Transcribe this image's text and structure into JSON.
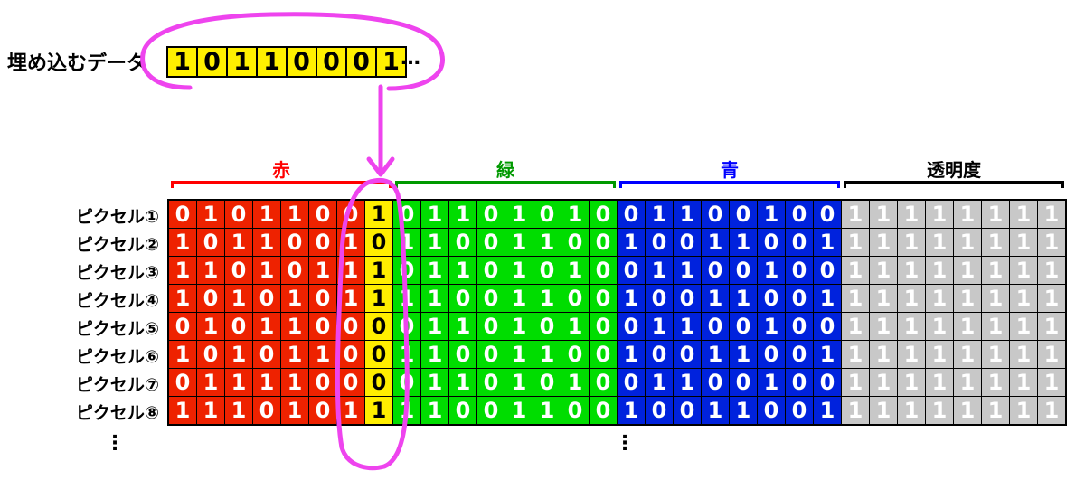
{
  "embed": {
    "label": "埋め込むデータ",
    "bits": [
      "1",
      "0",
      "1",
      "1",
      "0",
      "0",
      "0",
      "1"
    ],
    "ellipsis": "…"
  },
  "channels": [
    {
      "name": "赤",
      "color": "#ff0000",
      "cell_color": "#ee2200"
    },
    {
      "name": "緑",
      "color": "#009900",
      "cell_color": "#00dd00"
    },
    {
      "name": "青",
      "color": "#0000ff",
      "cell_color": "#0022dd"
    },
    {
      "name": "透明度",
      "color": "#000000",
      "cell_color": "#c8c8c8"
    }
  ],
  "highlight_color": "#ffee00",
  "annotation_color": "#ee44ee",
  "rows": [
    {
      "label": "ピクセル①",
      "bits": [
        "0",
        "1",
        "0",
        "1",
        "1",
        "0",
        "0",
        "1",
        "0",
        "1",
        "1",
        "0",
        "1",
        "0",
        "1",
        "0",
        "0",
        "1",
        "1",
        "0",
        "0",
        "1",
        "0",
        "0",
        "1",
        "1",
        "1",
        "1",
        "1",
        "1",
        "1",
        "1"
      ]
    },
    {
      "label": "ピクセル②",
      "bits": [
        "1",
        "0",
        "1",
        "1",
        "0",
        "0",
        "1",
        "0",
        "1",
        "1",
        "0",
        "0",
        "1",
        "1",
        "0",
        "0",
        "1",
        "0",
        "0",
        "1",
        "1",
        "0",
        "0",
        "1",
        "1",
        "1",
        "1",
        "1",
        "1",
        "1",
        "1",
        "1"
      ]
    },
    {
      "label": "ピクセル③",
      "bits": [
        "1",
        "1",
        "0",
        "1",
        "0",
        "1",
        "1",
        "1",
        "0",
        "1",
        "1",
        "0",
        "1",
        "0",
        "1",
        "0",
        "0",
        "1",
        "1",
        "0",
        "0",
        "1",
        "0",
        "0",
        "1",
        "1",
        "1",
        "1",
        "1",
        "1",
        "1",
        "1"
      ]
    },
    {
      "label": "ピクセル④",
      "bits": [
        "1",
        "0",
        "1",
        "0",
        "1",
        "0",
        "1",
        "1",
        "1",
        "1",
        "0",
        "0",
        "1",
        "1",
        "0",
        "0",
        "1",
        "0",
        "0",
        "1",
        "1",
        "0",
        "0",
        "1",
        "1",
        "1",
        "1",
        "1",
        "1",
        "1",
        "1",
        "1"
      ]
    },
    {
      "label": "ピクセル⑤",
      "bits": [
        "0",
        "1",
        "0",
        "1",
        "1",
        "0",
        "0",
        "0",
        "0",
        "1",
        "1",
        "0",
        "1",
        "0",
        "1",
        "0",
        "0",
        "1",
        "1",
        "0",
        "0",
        "1",
        "0",
        "0",
        "1",
        "1",
        "1",
        "1",
        "1",
        "1",
        "1",
        "1"
      ]
    },
    {
      "label": "ピクセル⑥",
      "bits": [
        "1",
        "0",
        "1",
        "0",
        "1",
        "1",
        "0",
        "0",
        "1",
        "1",
        "0",
        "0",
        "1",
        "1",
        "0",
        "0",
        "1",
        "0",
        "0",
        "1",
        "1",
        "0",
        "0",
        "1",
        "1",
        "1",
        "1",
        "1",
        "1",
        "1",
        "1",
        "1"
      ]
    },
    {
      "label": "ピクセル⑦",
      "bits": [
        "0",
        "1",
        "1",
        "1",
        "1",
        "0",
        "0",
        "0",
        "0",
        "1",
        "1",
        "0",
        "1",
        "0",
        "1",
        "0",
        "0",
        "1",
        "1",
        "0",
        "0",
        "1",
        "0",
        "0",
        "1",
        "1",
        "1",
        "1",
        "1",
        "1",
        "1",
        "1"
      ]
    },
    {
      "label": "ピクセル⑧",
      "bits": [
        "1",
        "1",
        "1",
        "0",
        "1",
        "0",
        "1",
        "1",
        "1",
        "1",
        "0",
        "0",
        "1",
        "1",
        "0",
        "0",
        "1",
        "0",
        "0",
        "1",
        "1",
        "0",
        "0",
        "1",
        "1",
        "1",
        "1",
        "1",
        "1",
        "1",
        "1",
        "1"
      ]
    }
  ],
  "vdots": "⋮"
}
